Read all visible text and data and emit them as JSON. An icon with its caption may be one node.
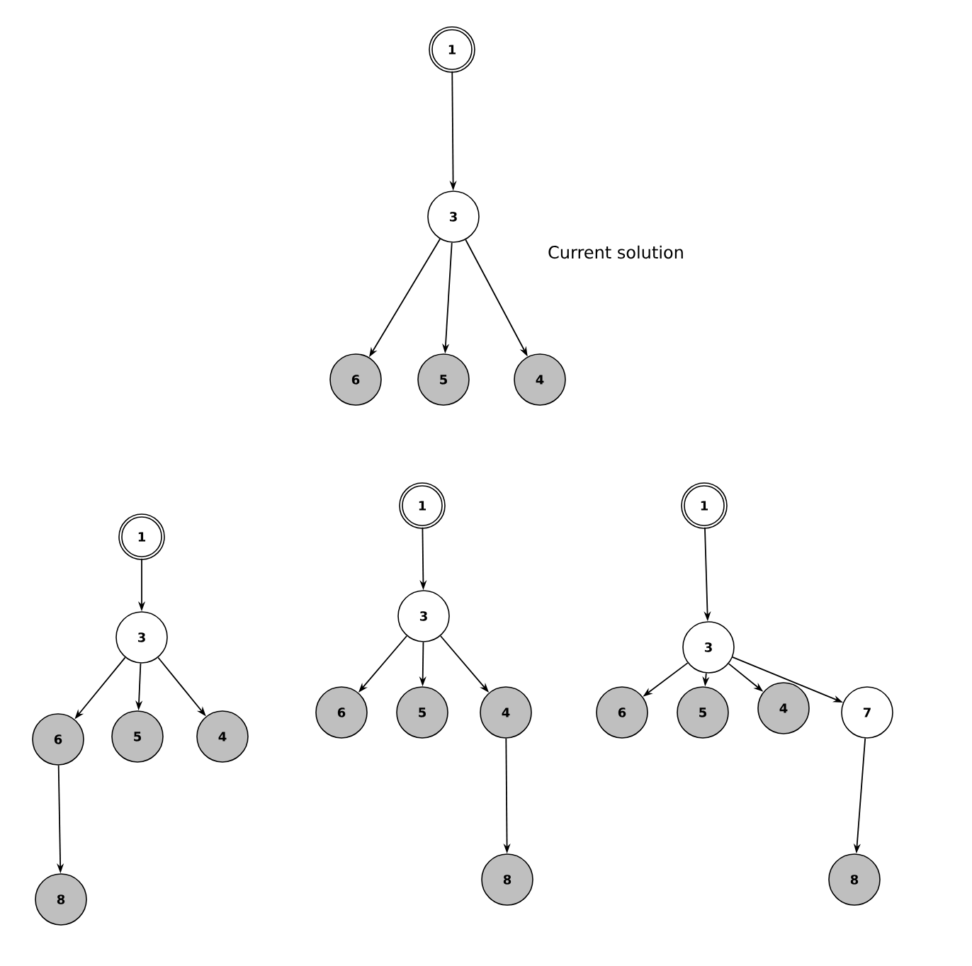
{
  "diagram": {
    "nodes": [
      {
        "text": [
          "1"
        ]
      },
      {
        "text": [
          "3"
        ]
      },
      {
        "text": [
          "6"
        ]
      },
      {
        "text": [
          "5"
        ]
      },
      {
        "text": [
          "4"
        ]
      },
      {
        "text": [
          "1"
        ]
      },
      {
        "text": [
          "3"
        ]
      },
      {
        "text": [
          "6"
        ]
      },
      {
        "text": [
          "5"
        ]
      },
      {
        "text": [
          "4"
        ]
      },
      {
        "text": [
          "8"
        ]
      },
      {
        "text": [
          "1"
        ]
      },
      {
        "text": [
          "3"
        ]
      },
      {
        "text": [
          "6"
        ]
      },
      {
        "text": [
          "5"
        ]
      },
      {
        "text": [
          "4"
        ]
      },
      {
        "text": [
          "8"
        ]
      },
      {
        "text": [
          "1"
        ]
      },
      {
        "text": [
          "3"
        ]
      },
      {
        "text": [
          "6"
        ]
      },
      {
        "text": [
          "5"
        ]
      },
      {
        "text": [
          "4"
        ]
      },
      {
        "text": [
          "7"
        ]
      },
      {
        "text": [
          "8"
        ]
      }
    ],
    "edges": [
      {
        "from": 0,
        "to": 1,
        "arrow": "to"
      },
      {
        "from": 1,
        "to": 2,
        "arrow": "to"
      },
      {
        "from": 1,
        "to": 3,
        "arrow": "to"
      },
      {
        "from": 1,
        "to": 4,
        "arrow": "to"
      },
      {
        "from": 5,
        "to": 6,
        "arrow": "to"
      },
      {
        "from": 6,
        "to": 7,
        "arrow": "to"
      },
      {
        "from": 6,
        "to": 8,
        "arrow": "to"
      },
      {
        "from": 6,
        "to": 9,
        "arrow": "to"
      },
      {
        "from": 7,
        "to": 10,
        "arrow": "to"
      },
      {
        "from": 11,
        "to": 12,
        "arrow": "to"
      },
      {
        "from": 12,
        "to": 13,
        "arrow": "to"
      },
      {
        "from": 12,
        "to": 14,
        "arrow": "to"
      },
      {
        "from": 12,
        "to": 15,
        "arrow": "to"
      },
      {
        "from": 15,
        "to": 16,
        "arrow": "to"
      },
      {
        "from": 17,
        "to": 18,
        "arrow": "to"
      },
      {
        "from": 18,
        "to": 19,
        "arrow": "to"
      },
      {
        "from": 18,
        "to": 20,
        "arrow": "to"
      },
      {
        "from": 18,
        "to": 21,
        "arrow": "to"
      },
      {
        "from": 18,
        "to": 22,
        "arrow": "to"
      },
      {
        "from": 22,
        "to": 23,
        "arrow": "to"
      }
    ],
    "labels": [
      "Current solution"
    ]
  }
}
